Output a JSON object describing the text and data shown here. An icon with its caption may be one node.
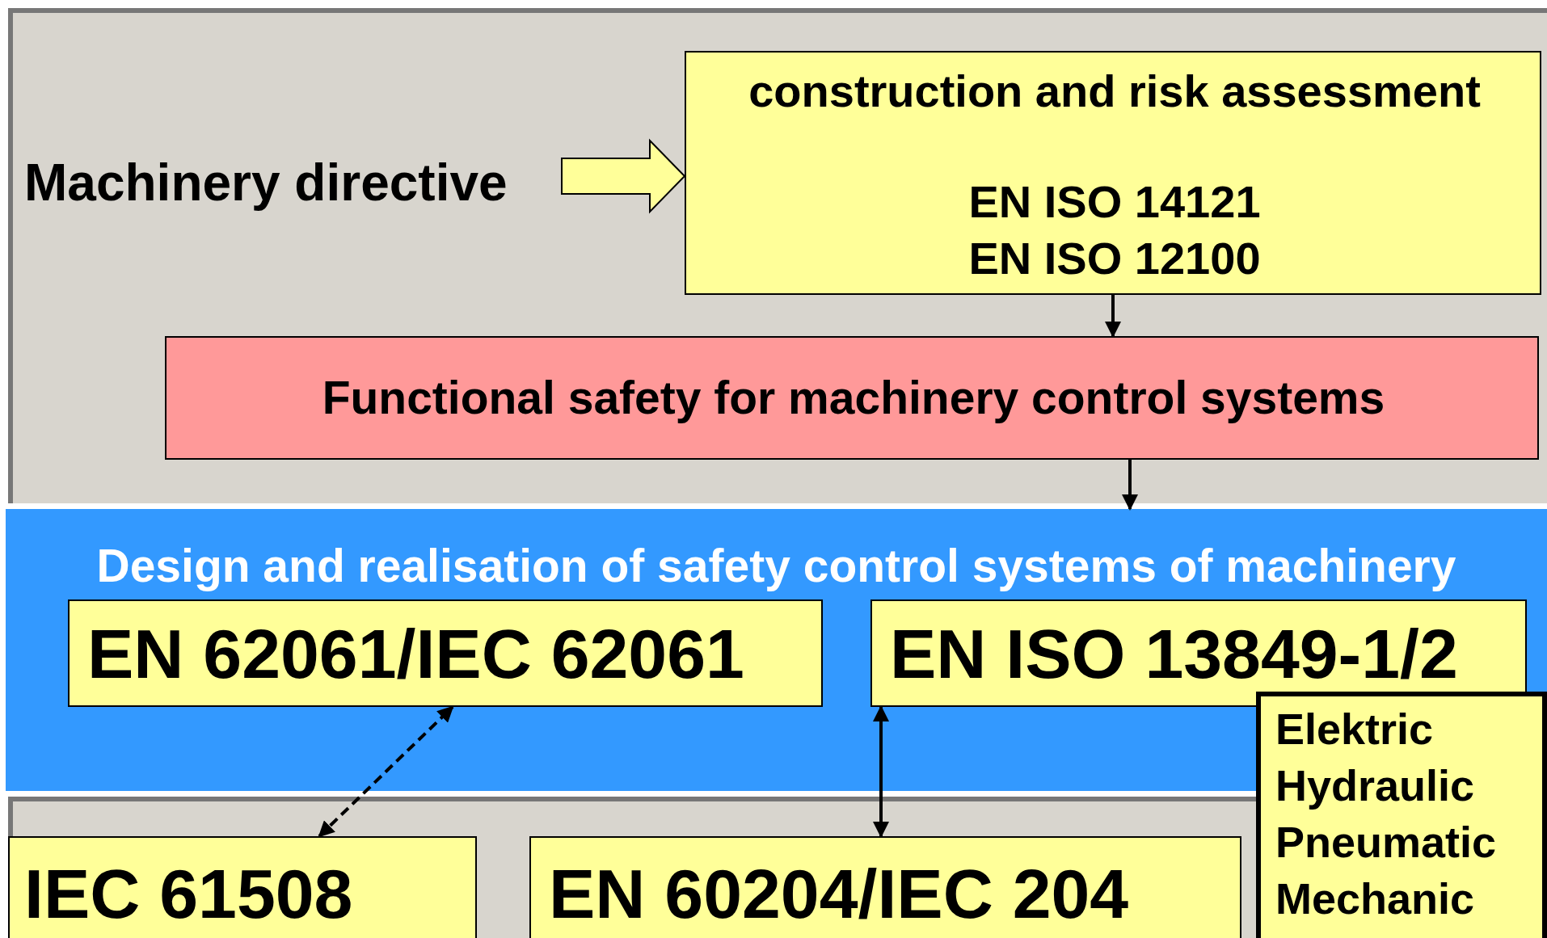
{
  "diagram": {
    "nodes": [
      {
        "text": [
          "Machinery directive"
        ]
      },
      {
        "text": [
          "construction and risk assessment",
          "EN ISO 14121 EN ISO 12100"
        ]
      },
      {
        "text": [
          "Functional safety for machinery control systems"
        ]
      },
      {
        "text": [
          "Design and realisation of safety control systems of machinery"
        ]
      },
      {
        "text": [
          "EN 62061/IEC 62061"
        ],
        "in": 3
      },
      {
        "text": [
          "EN ISO 13849-1/2"
        ],
        "in": 3
      },
      {
        "text": [
          "Elektric",
          "Hydraulic",
          "Pneumatic",
          "Mechanic"
        ]
      },
      {
        "text": [
          "IEC 61508"
        ]
      },
      {
        "text": [
          "EN 60204/IEC 204"
        ]
      }
    ],
    "edges": [
      {
        "from": 0,
        "to": 1,
        "arrow": "to",
        "style": "thick",
        "color": "#ffff99"
      },
      {
        "from": 1,
        "to": 2,
        "arrow": "to"
      },
      {
        "from": 2,
        "to": 3,
        "arrow": "to"
      },
      {
        "from": 7,
        "to": 4,
        "arrow": "both",
        "style": "dashed"
      },
      {
        "from": 8,
        "to": 5,
        "arrow": "both"
      }
    ]
  }
}
